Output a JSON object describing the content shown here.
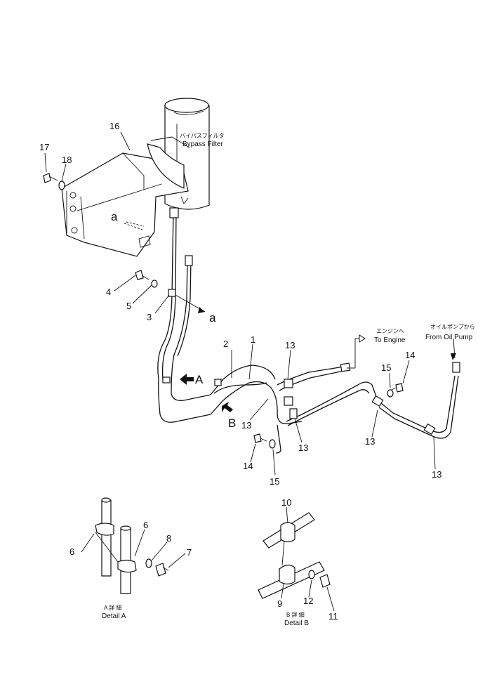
{
  "labels": {
    "bypass_filter_jp": "バイパスフィルタ",
    "bypass_filter_en": "Bypass Filter",
    "to_engine_jp": "エンジンへ",
    "to_engine_en": "To Engine",
    "from_pump_jp": "オイルポンプから",
    "from_pump_en": "From Oil Pump",
    "view_a": "A",
    "view_b": "B",
    "ref_a_upper": "a",
    "ref_a_right": "a",
    "detail_a_jp": "A 詳 細",
    "detail_a_en": "Detail A",
    "detail_b_jp": "B 詳 細",
    "detail_b_en": "Detail B"
  },
  "callouts": {
    "p1": "1",
    "p2": "2",
    "p3": "3",
    "p4": "4",
    "p5": "5",
    "p13a": "13",
    "p13b": "13",
    "p13c": "13",
    "p13d": "13",
    "p13e": "13",
    "p14a": "14",
    "p14b": "14",
    "p15a": "15",
    "p15b": "15",
    "p16": "16",
    "p17": "17",
    "p18": "18",
    "d6a": "6",
    "d6b": "6",
    "d7": "7",
    "d8": "8",
    "d9": "9",
    "d10": "10",
    "d11": "11",
    "d12": "12"
  }
}
